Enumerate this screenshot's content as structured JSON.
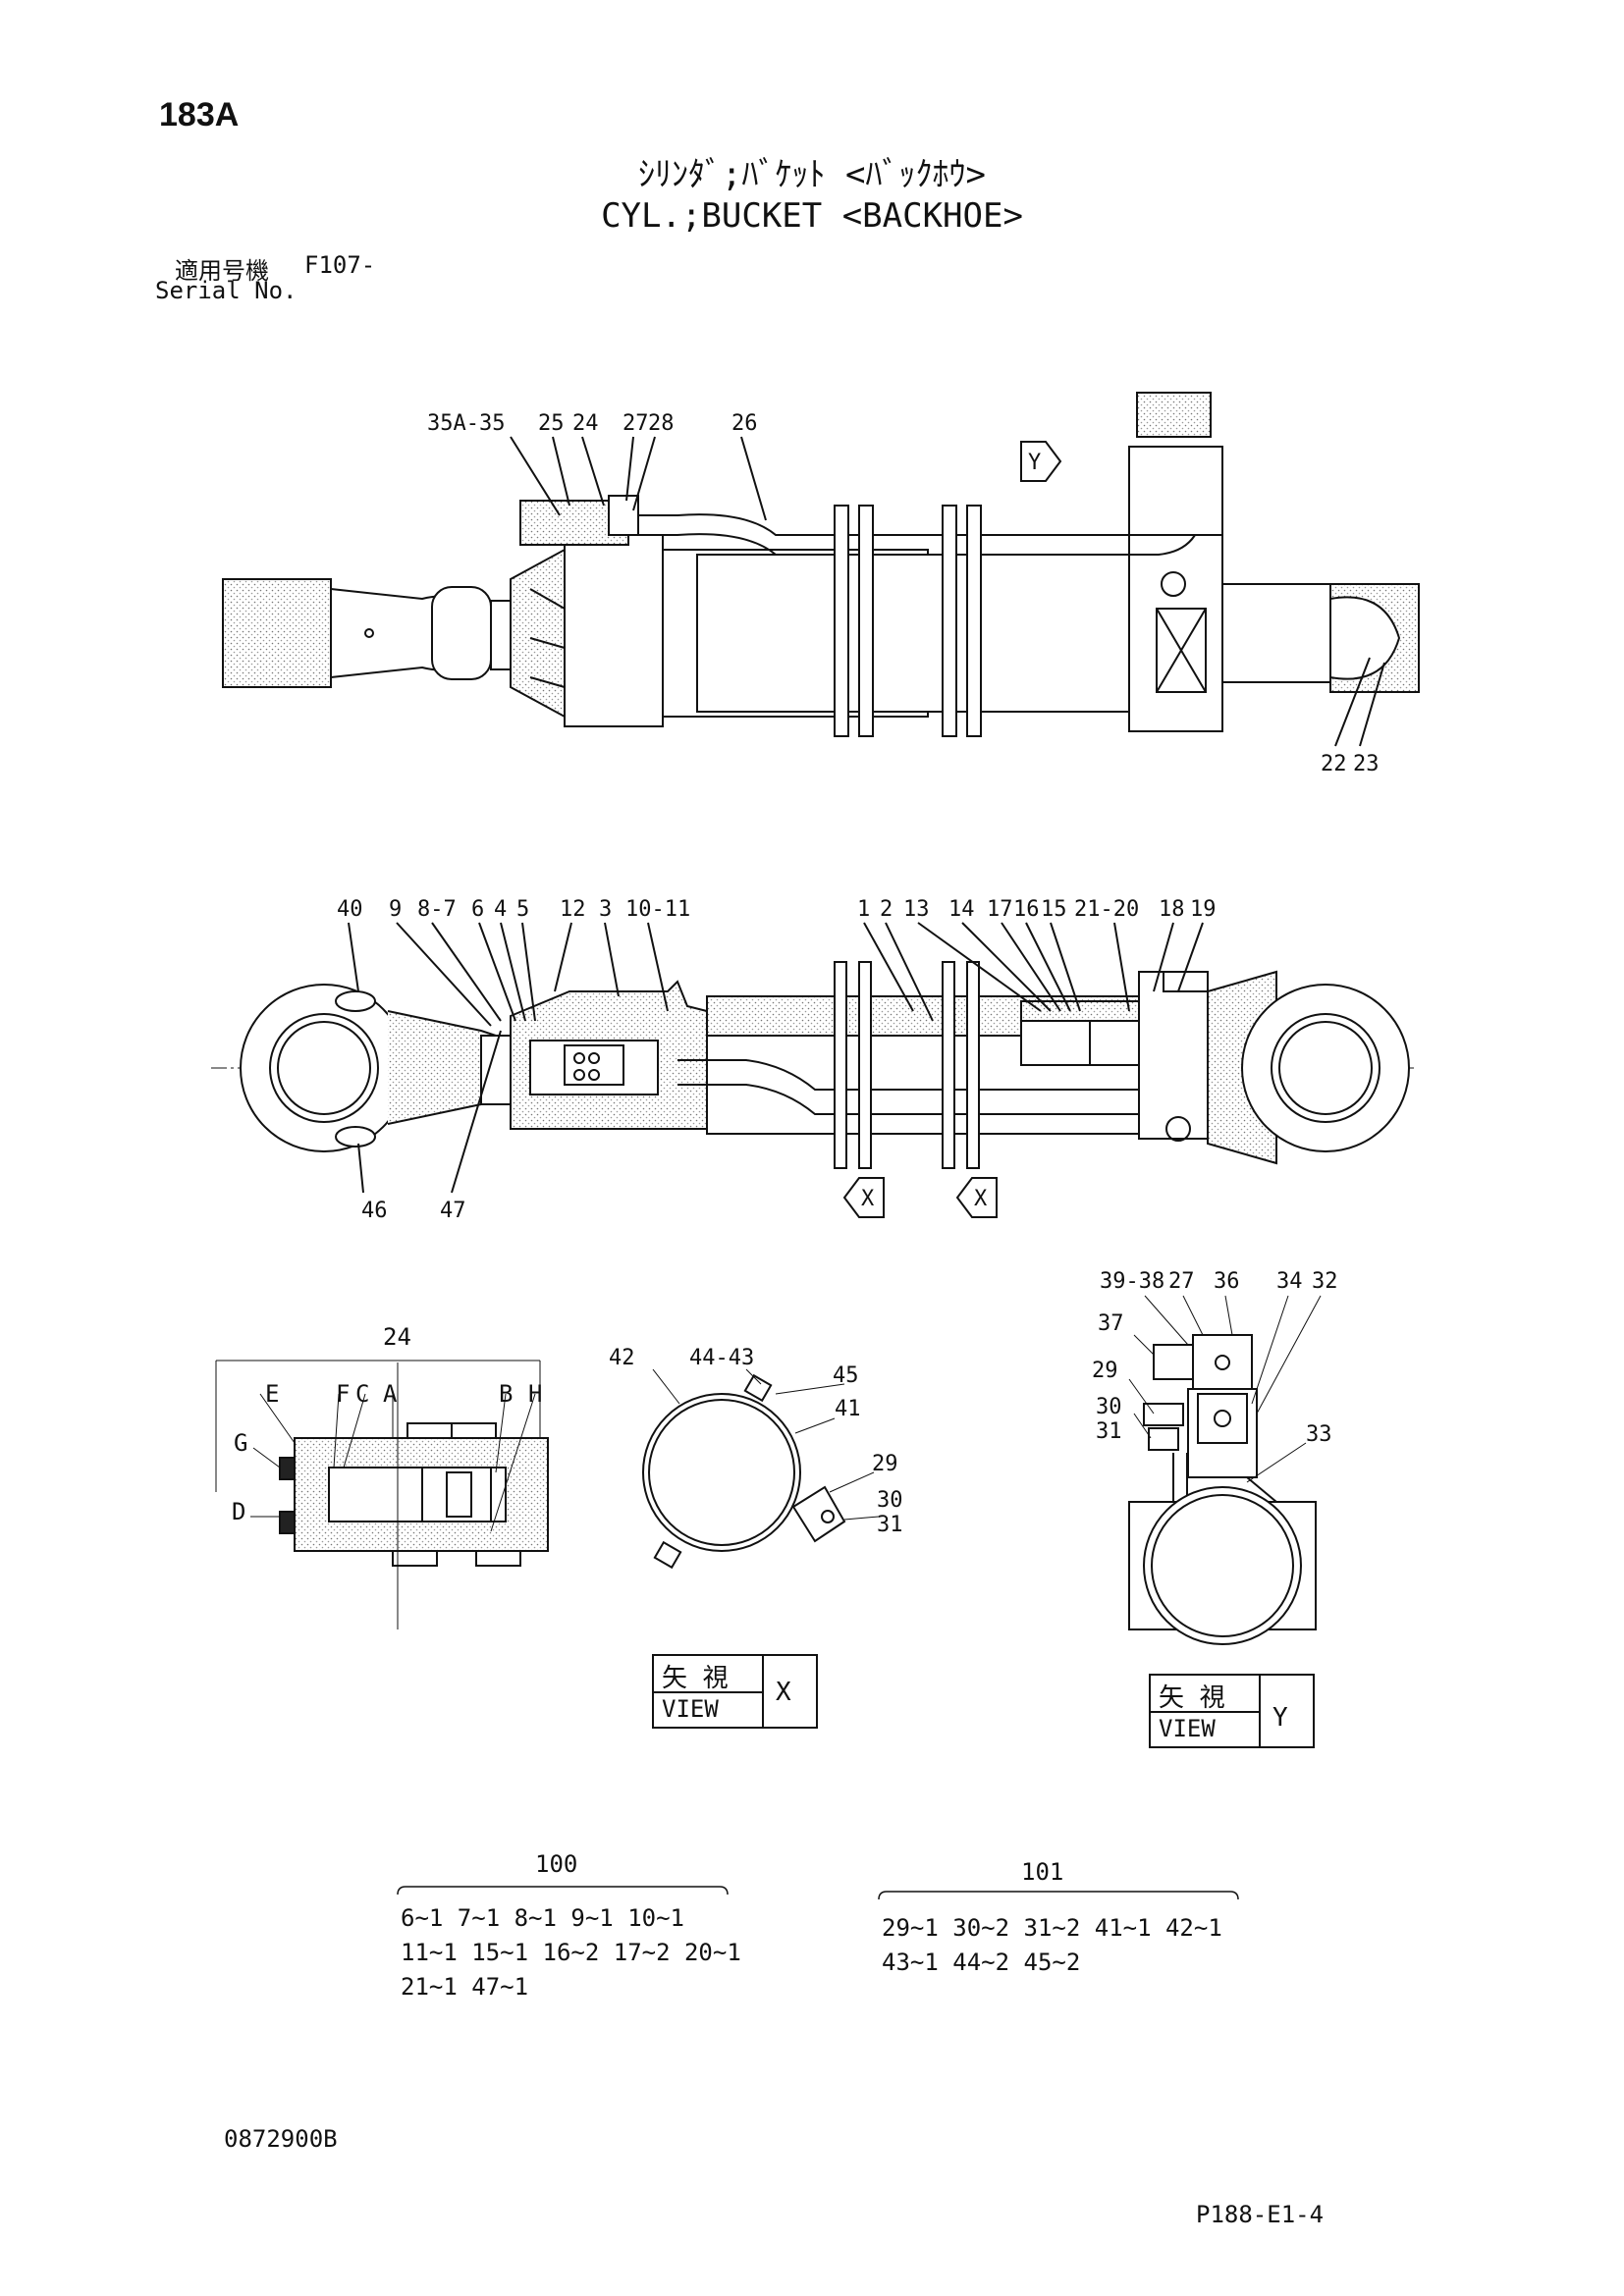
{
  "header": {
    "page_code": "183A",
    "title_jp": "ｼﾘﾝﾀﾞ;ﾊﾞｹｯﾄ <ﾊﾞｯｸﾎｳ>",
    "title_en": "CYL.;BUCKET <BACKHOE>",
    "serial_label_jp": "適用号機",
    "serial_value": "F107-",
    "serial_label_en": "Serial No."
  },
  "top_view": {
    "callouts": [
      "35A-35",
      "25",
      "24",
      "27",
      "28",
      "26",
      "22",
      "23"
    ],
    "view_arrow": "Y"
  },
  "section_view": {
    "callouts_top": [
      "40",
      "9",
      "8-7",
      "6",
      "4",
      "5",
      "12",
      "3",
      "10-11",
      "1",
      "2",
      "13",
      "14",
      "17",
      "16",
      "15",
      "21-20",
      "18",
      "19"
    ],
    "callouts_bottom": [
      "46",
      "47"
    ],
    "view_arrows": [
      "X",
      "X"
    ]
  },
  "detail_valve": {
    "callouts": [
      "24",
      "E",
      "F",
      "C",
      "A",
      "B",
      "H",
      "G",
      "D"
    ]
  },
  "detail_clamp": {
    "callouts": [
      "42",
      "44-43",
      "45",
      "41",
      "29",
      "30",
      "31"
    ],
    "view_jp": "矢 視",
    "view_en": "VIEW",
    "view_letter": "X"
  },
  "detail_y": {
    "callouts": [
      "39-38",
      "27",
      "36",
      "34",
      "32",
      "37",
      "29",
      "30",
      "31",
      "33"
    ],
    "view_jp": "矢 視",
    "view_en": "VIEW",
    "view_letter": "Y"
  },
  "kits": [
    {
      "number": "100",
      "lines": [
        "6~1  7~1   8~1  9~1  10~1",
        "11~1 15~1 16~2 17~2 20~1",
        "21~1 47~1"
      ]
    },
    {
      "number": "101",
      "lines": [
        "29~1 30~2  31~2 41~1  42~1",
        "43~1 44~2  45~2"
      ]
    }
  ],
  "footer": {
    "drawing_number": "0872900B",
    "page_ref": "P188-E1-4"
  }
}
